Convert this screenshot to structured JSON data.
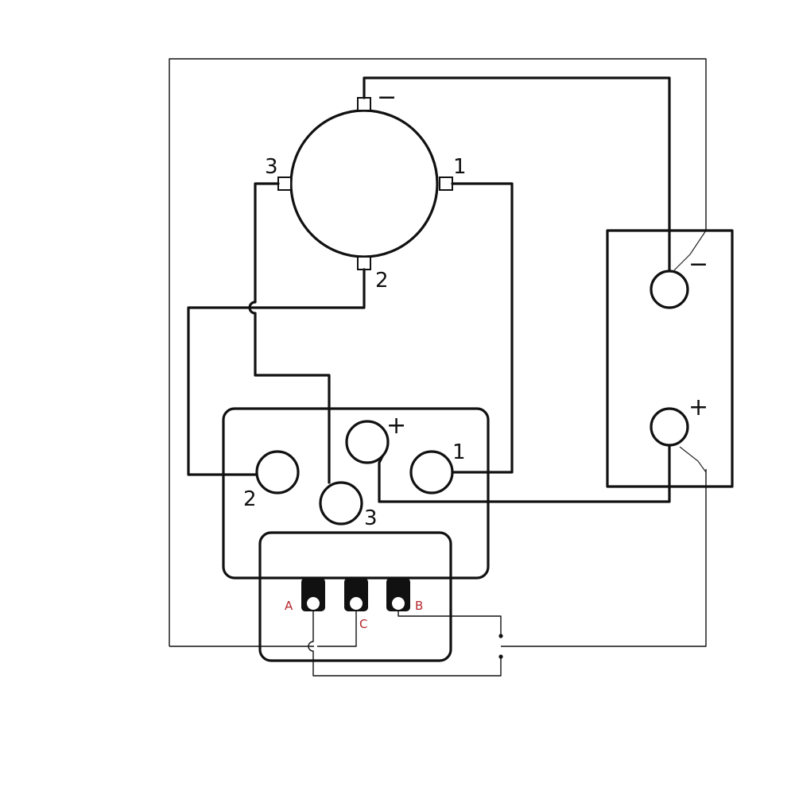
{
  "motor": {
    "terminals": {
      "neg": "−",
      "t1": "1",
      "t2": "2",
      "t3": "3"
    }
  },
  "battery": {
    "neg": "−",
    "pos": "+"
  },
  "solenoid": {
    "posts": {
      "pos": "+",
      "p1": "1",
      "p2": "2",
      "p3": "3"
    },
    "terminals": {
      "a": "A",
      "b": "B",
      "c": "C"
    }
  },
  "colors": {
    "line": "#111111",
    "terminal_label": "#b5272d",
    "background": "#ffffff"
  }
}
